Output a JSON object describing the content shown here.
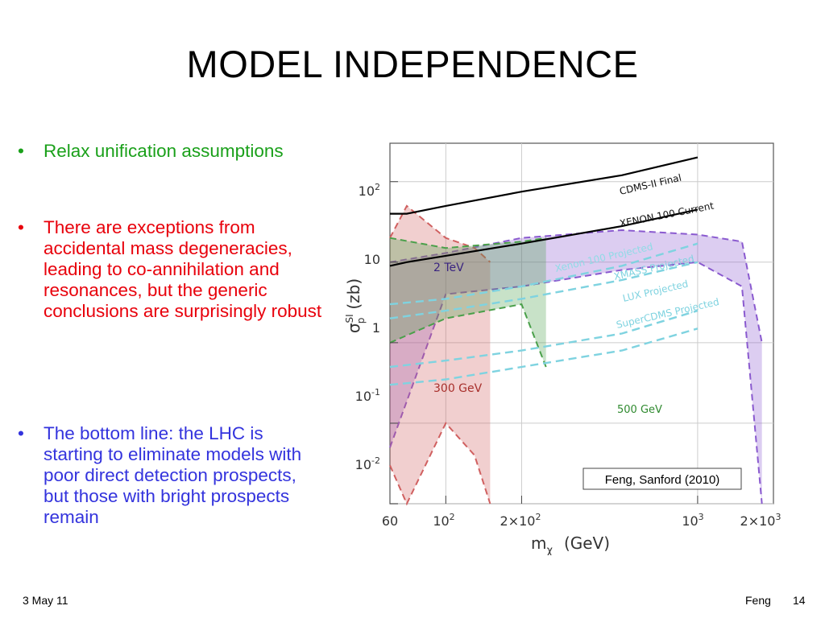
{
  "slide": {
    "title": "MODEL INDEPENDENCE",
    "bullets": [
      {
        "symbol": "•",
        "text": "Relax unification assumptions",
        "color": "#1aa01a"
      },
      {
        "symbol": "•",
        "text": "There are exceptions from accidental mass degeneracies, leading to co-annihilation and resonances, but the generic conclusions are surprisingly robust",
        "color": "#e8000b"
      },
      {
        "symbol": "•",
        "text": "The bottom line: the LHC is starting to eliminate models with poor direct detection prospects, but those with bright prospects remain",
        "color": "#3333dd"
      }
    ],
    "footer": {
      "date": "3 May 11",
      "author": "Feng",
      "page": "14"
    }
  },
  "figure": {
    "credit": "Feng, Sanford (2010)",
    "ylabel_main": "σ",
    "ylabel_sup": "SI",
    "ylabel_sub": "p",
    "ylabel_unit": "(zb)",
    "xlabel_main": "m",
    "xlabel_sub": "χ",
    "xlabel_unit": "(GeV)",
    "yticks": [
      {
        "base": "10",
        "exp": "2"
      },
      {
        "base": "10",
        "exp": ""
      },
      {
        "base": "1",
        "exp": ""
      },
      {
        "base": "10",
        "exp": "-1"
      },
      {
        "base": "10",
        "exp": "-2"
      }
    ],
    "xticks": [
      {
        "base": "60",
        "exp": ""
      },
      {
        "base": "10",
        "exp": "2"
      },
      {
        "base": "2×10",
        "exp": "2"
      },
      {
        "base": "10",
        "exp": "3"
      },
      {
        "base": "2×10",
        "exp": "3"
      }
    ],
    "labels": {
      "cdms": "CDMS-II Final",
      "xenon100": "XENON 100 Current",
      "xenon_proj": "Xenon 100 Projected",
      "xmass": "XMASS Projected",
      "lux": "LUX Projected",
      "supercdms": "SuperCDMS Projected",
      "tev2": "2 TeV",
      "gev300": "300 GeV",
      "gev500": "500 GeV"
    }
  },
  "chart_data": {
    "type": "line",
    "xlabel": "mχ (GeV)",
    "ylabel": "σp SI (zb)",
    "xscale": "log",
    "yscale": "log",
    "xlim": [
      60,
      2000
    ],
    "ylim": [
      0.01,
      300
    ],
    "series": [
      {
        "name": "CDMS-II Final",
        "style": "solid",
        "color": "#000000",
        "x": [
          60,
          70,
          100,
          200,
          500,
          1000
        ],
        "y": [
          40,
          40,
          50,
          75,
          120,
          200
        ]
      },
      {
        "name": "XENON 100 Current",
        "style": "solid",
        "color": "#000000",
        "x": [
          60,
          70,
          100,
          200,
          500,
          1000
        ],
        "y": [
          9,
          10,
          12,
          17,
          28,
          45
        ]
      },
      {
        "name": "Xenon 100 Projected",
        "style": "dashed",
        "color": "#7fd3e0",
        "x": [
          60,
          100,
          200,
          500,
          1000
        ],
        "y": [
          3,
          3.5,
          5,
          9,
          17
        ]
      },
      {
        "name": "XMASS Projected",
        "style": "dashed",
        "color": "#7fd3e0",
        "x": [
          60,
          100,
          200,
          500,
          1000
        ],
        "y": [
          2,
          2.5,
          3.5,
          6,
          10
        ]
      },
      {
        "name": "LUX Projected",
        "style": "dashed",
        "color": "#7fd3e0",
        "x": [
          60,
          100,
          200,
          500,
          1000
        ],
        "y": [
          0.5,
          0.6,
          0.8,
          1.3,
          2.5
        ]
      },
      {
        "name": "SuperCDMS Projected",
        "style": "dashed",
        "color": "#7fd3e0",
        "x": [
          60,
          100,
          200,
          500,
          1000
        ],
        "y": [
          0.3,
          0.35,
          0.5,
          0.8,
          1.5
        ]
      },
      {
        "name": "2 TeV",
        "style": "band",
        "color": "#8a5acf",
        "x": [
          60,
          100,
          200,
          500,
          1000,
          1500,
          1800
        ],
        "y_upper": [
          10,
          13,
          20,
          25,
          22,
          18,
          1
        ],
        "y_lower": [
          0.05,
          4,
          5,
          8,
          10,
          5,
          0.01
        ]
      },
      {
        "name": "300 GeV",
        "style": "band",
        "color": "#d06060",
        "x": [
          60,
          70,
          100,
          130,
          150
        ],
        "y_upper": [
          20,
          50,
          20,
          15,
          10
        ],
        "y_lower": [
          0.03,
          0.01,
          0.1,
          0.04,
          0.01
        ]
      },
      {
        "name": "500 GeV",
        "style": "band",
        "color": "#4aa04a",
        "x": [
          60,
          100,
          200,
          250
        ],
        "y_upper": [
          20,
          15,
          18,
          20
        ],
        "y_lower": [
          1,
          2,
          3,
          0.5
        ]
      }
    ]
  }
}
